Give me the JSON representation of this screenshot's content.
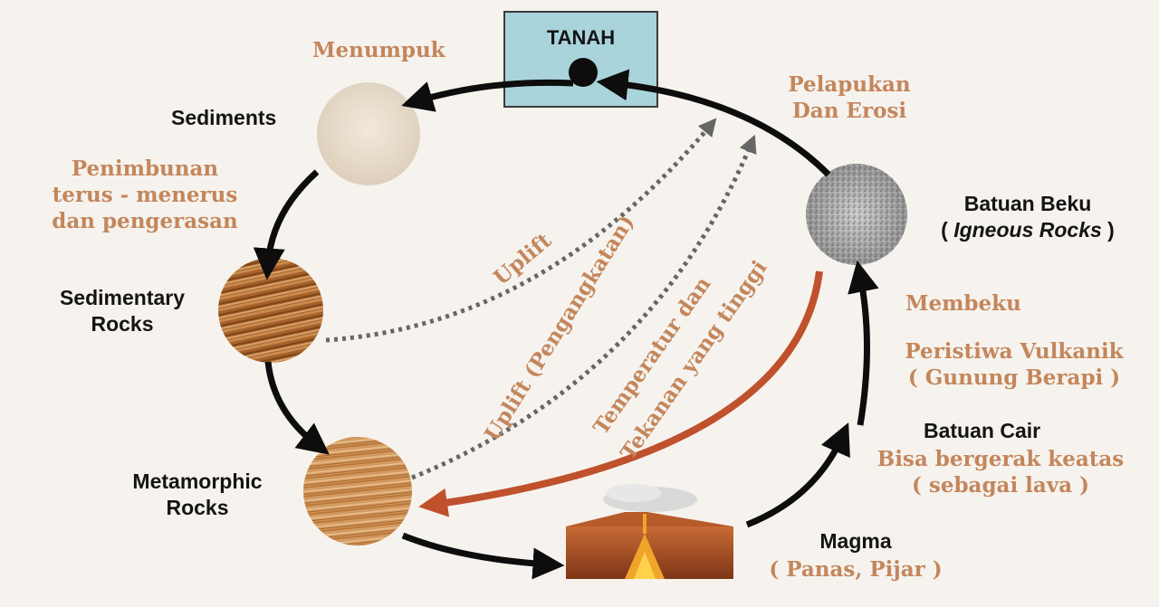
{
  "tanah": {
    "title": "TANAH"
  },
  "labels": {
    "menumpuk": "Menumpuk",
    "sediments": "Sediments",
    "penimbunan": [
      "Penimbunan",
      "terus - menerus",
      "dan pengerasan"
    ],
    "sedimentary": [
      "Sedimentary",
      "Rocks"
    ],
    "metamorphic": [
      "Metamorphic",
      "Rocks"
    ],
    "pelapukan": [
      "Pelapukan",
      "Dan Erosi"
    ],
    "batuan_beku": {
      "title": "Batuan Beku",
      "open": "( ",
      "igneous": "Igneous Rocks",
      "close": " )"
    },
    "membeku": "Membeku",
    "vulkanik": [
      "Peristiwa Vulkanik",
      "( Gunung Berapi )"
    ],
    "batuan_cair": {
      "title": "Batuan Cair",
      "lines": [
        "Bisa bergerak keatas",
        "( sebagai lava )"
      ]
    },
    "magma": {
      "title": "Magma",
      "sub": "( Panas, Pijar )"
    },
    "uplift": "Uplift",
    "uplift_pengangkatan": "Uplift  (Pengangkatan)",
    "temperatur": [
      "Temperatur dan",
      "Tekanan yang tinggi"
    ]
  },
  "colors": {
    "brown_text": "#c4865c",
    "dark_text": "#141414",
    "tanah_box": "#a9d4db",
    "heat_arrow": "#c0512d",
    "cycle_arrow": "#0d0d0d"
  }
}
